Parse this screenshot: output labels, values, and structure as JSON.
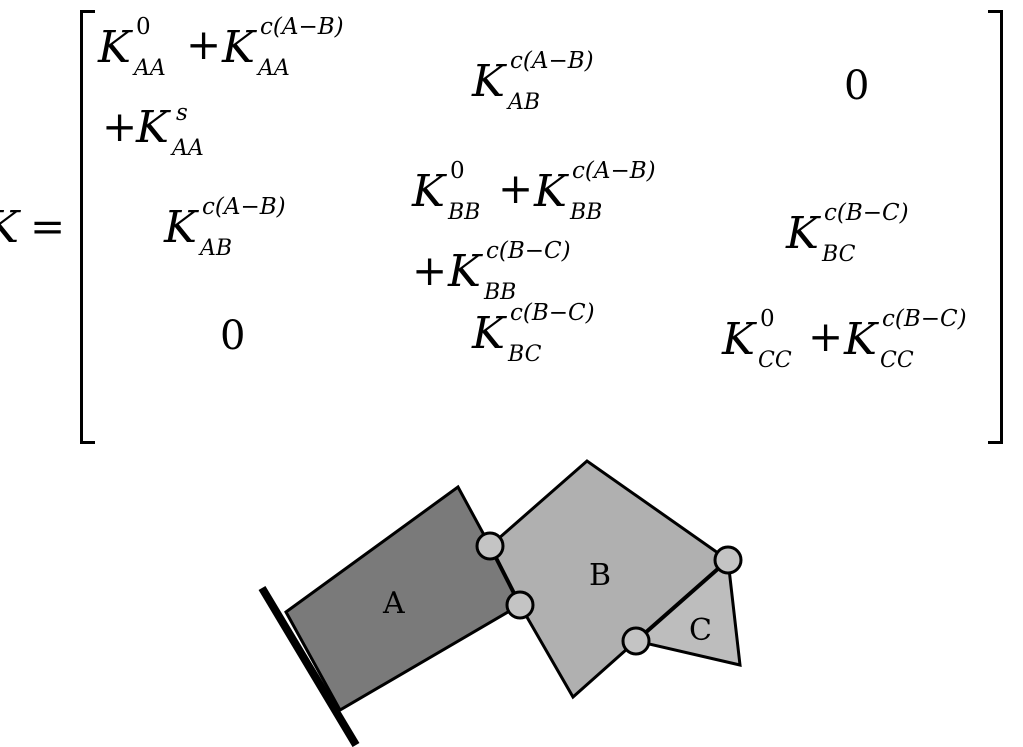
{
  "equation": {
    "lhs": "K",
    "equals": "=",
    "plus": "+",
    "K": "K",
    "zero": "0",
    "sup_0": "0",
    "sup_cAB": "c(A−B)",
    "sup_cBC": "c(B−C)",
    "sup_s": "s",
    "sub_AA": "AA",
    "sub_AB": "AB",
    "sub_BB": "BB",
    "sub_BC": "BC",
    "sub_CC": "CC"
  },
  "diagram": {
    "labels": {
      "A": "A",
      "B": "B",
      "C": "C"
    },
    "colors": {
      "A": "#7a7a7a",
      "B": "#b0b0b0",
      "C": "#bdbdbd",
      "joint": "#c4c4c4",
      "wall": "#000000"
    }
  }
}
